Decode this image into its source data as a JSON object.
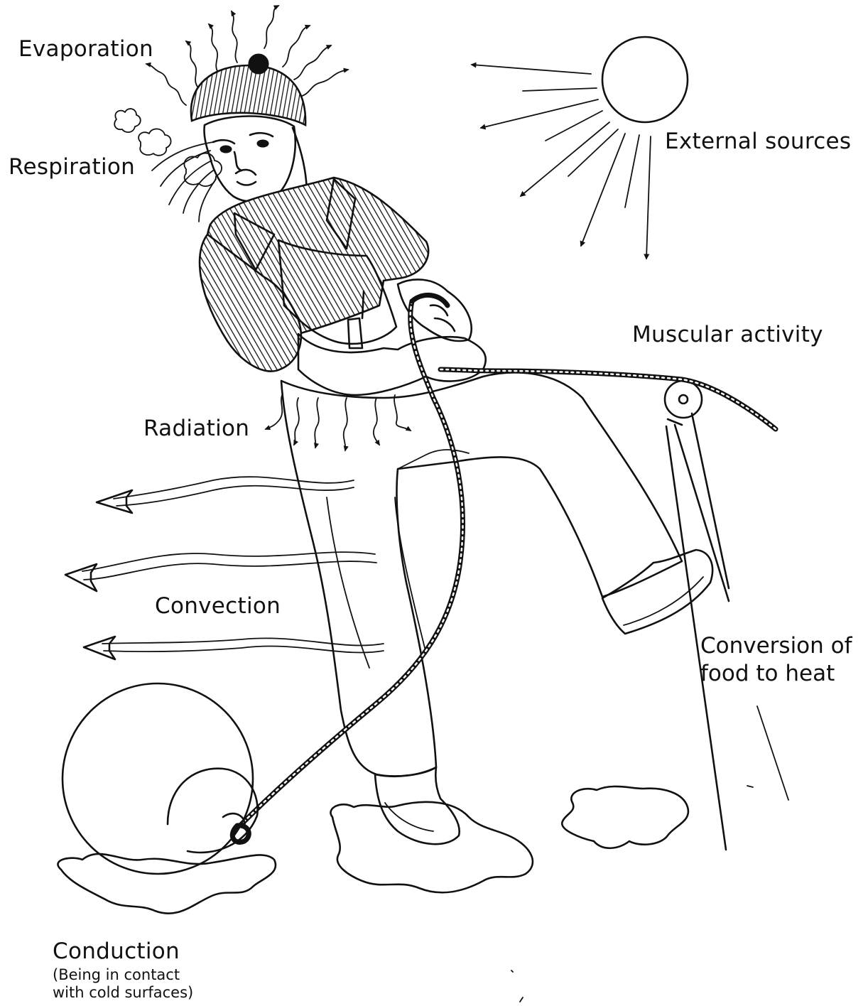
{
  "labels": {
    "evaporation": "Evaporation",
    "respiration": "Respiration",
    "external_sources": "External sources",
    "muscular_activity": "Muscular activity",
    "radiation": "Radiation",
    "convection": "Convection",
    "conversion_line1": "Conversion of",
    "conversion_line2": "food to heat",
    "conduction": "Conduction",
    "conduction_note_line1": "(Being in contact",
    "conduction_note_line2": "with cold surfaces)"
  },
  "icons": [
    "sun-icon",
    "heat-arrow-icon",
    "wavy-arrow-icon",
    "breath-puff-icon",
    "pulley-icon",
    "buoy-icon",
    "rope-icon",
    "puddle-icon"
  ],
  "colors": {
    "ink": "#111111",
    "background": "#ffffff"
  }
}
